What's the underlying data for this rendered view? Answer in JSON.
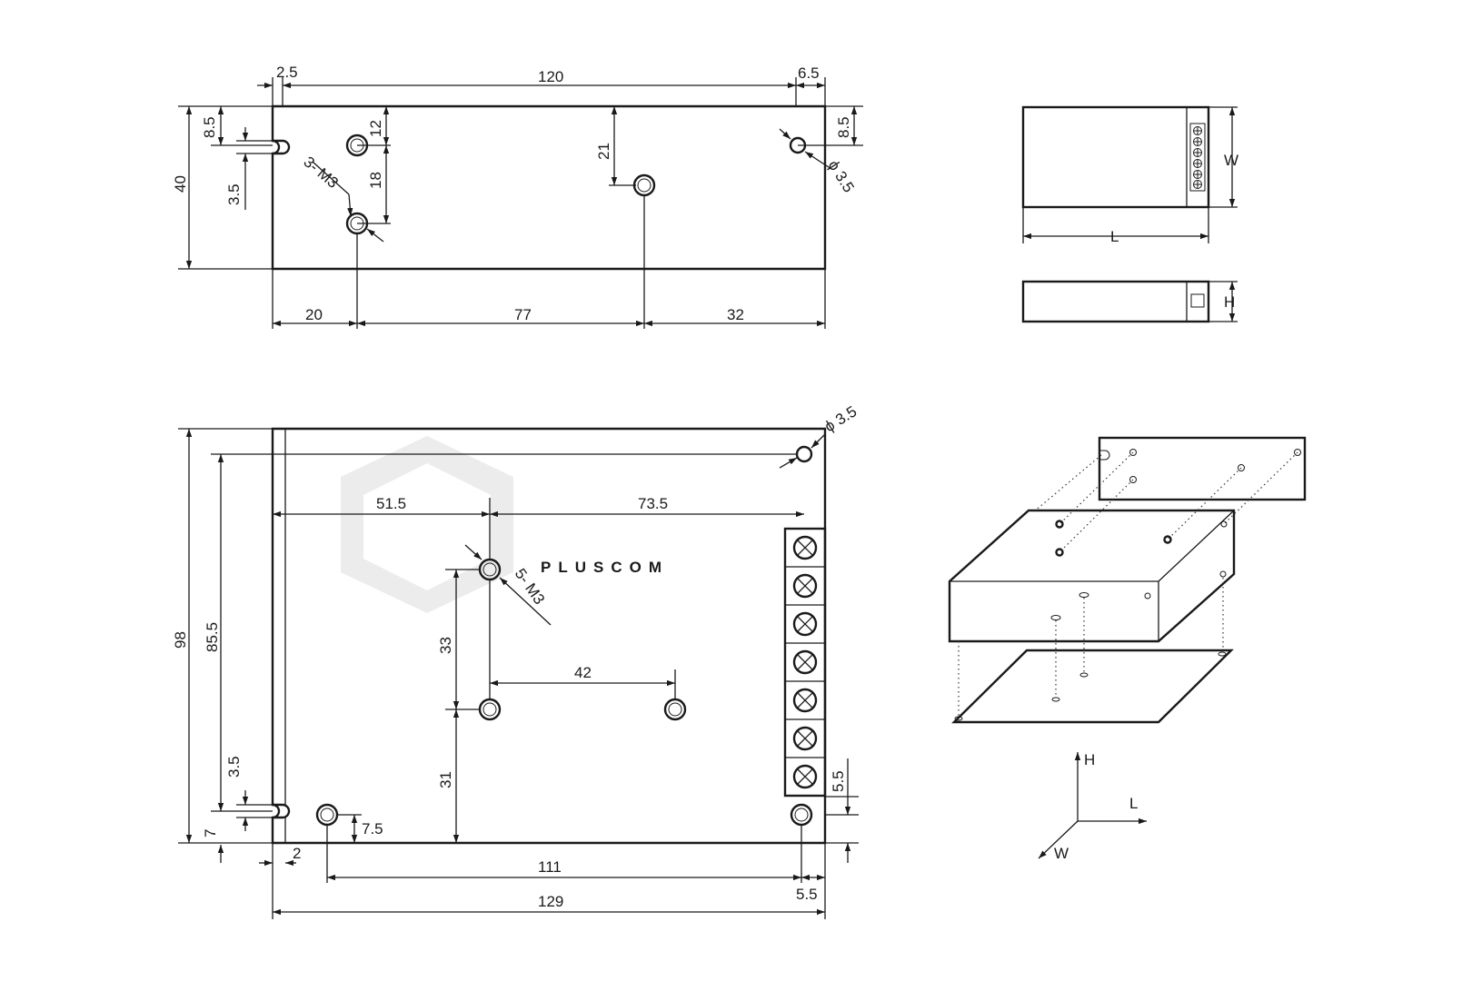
{
  "watermark": "PLUSCOM",
  "side_view": {
    "dims": {
      "d_2_5": "2.5",
      "d_120": "120",
      "d_6_5": "6.5",
      "d_8_5_left": "8.5",
      "d_3_5_left": "3.5",
      "d_40": "40",
      "d_12": "12",
      "d_18": "18",
      "d_21": "21",
      "d_8_5_right": "8.5",
      "d_20": "20",
      "d_77": "77",
      "d_32": "32"
    },
    "callouts": {
      "screws": "3- M3",
      "hole": "ϕ 3.5"
    }
  },
  "bottom_view": {
    "dims": {
      "d_51_5": "51.5",
      "d_73_5": "73.5",
      "d_98": "98",
      "d_85_5": "85.5",
      "d_3_5": "3.5",
      "d_7": "7",
      "d_33": "33",
      "d_31": "31",
      "d_42": "42",
      "d_7_5": "7.5",
      "d_2": "2",
      "d_111": "111",
      "d_129": "129",
      "d_5_5_right": "5.5",
      "d_5_5_bottom": "5.5"
    },
    "callouts": {
      "screws": "5- M3",
      "hole": "ϕ 3.5"
    },
    "terminal_count": 7
  },
  "legend": {
    "width": "W",
    "length": "L",
    "height": "H"
  },
  "axes": {
    "h": "H",
    "l": "L",
    "w": "W"
  },
  "colors": {
    "line": "#1a1a1a",
    "watermark": "#e6e6e6"
  }
}
